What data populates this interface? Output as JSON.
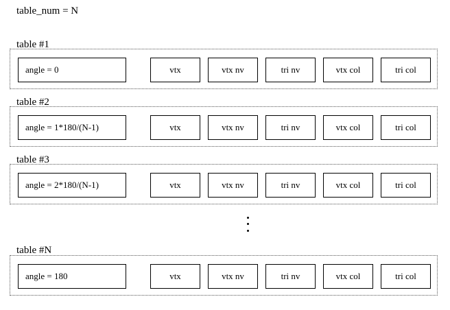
{
  "header": "table_num = N",
  "fields": [
    "vtx",
    "vtx nv",
    "tri nv",
    "vtx col",
    "tri col"
  ],
  "tables": [
    {
      "label": "table #1",
      "angle": "angle = 0"
    },
    {
      "label": "table #2",
      "angle": "angle = 1*180/(N-1)"
    },
    {
      "label": "table #3",
      "angle": "angle = 2*180/(N-1)"
    },
    {
      "label": "table #N",
      "angle": "angle = 180"
    }
  ]
}
